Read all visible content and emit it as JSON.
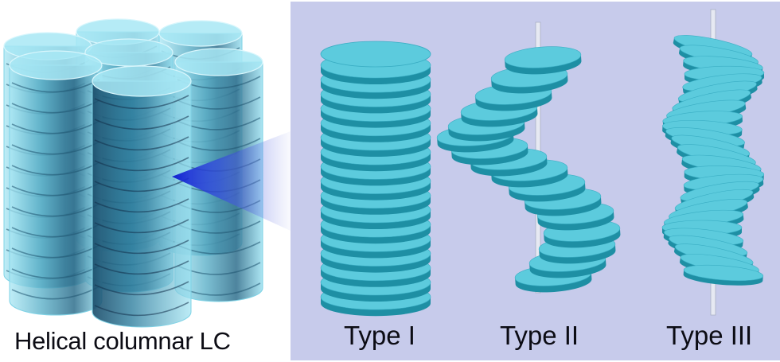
{
  "labels": {
    "left": "Helical columnar LC",
    "type_1": "Type I",
    "type_2": "Type II",
    "type_3": "Type III"
  },
  "colors": {
    "disc_fill": "#5ccbdd",
    "disc_edge": "#1e8fa4",
    "panel_bg": "#c7cbeb",
    "column_body": "#8ad9ec",
    "gap_dark": "#0a1535",
    "pointer_blue": "#1a2fd9"
  }
}
